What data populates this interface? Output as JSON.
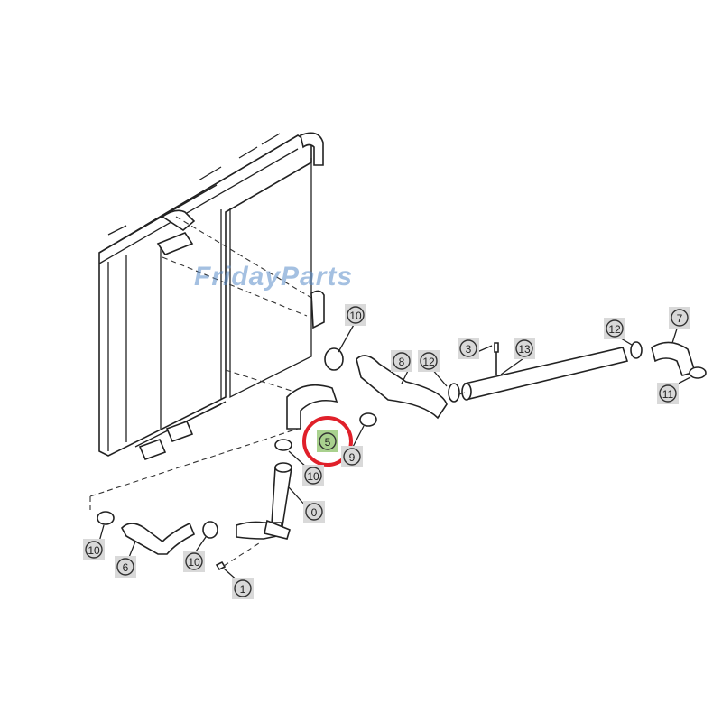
{
  "watermark": {
    "text": "FridayParts",
    "color": "#5a8cc8"
  },
  "highlight": {
    "part": "5",
    "fill": "#a9d18e",
    "ring": "#e0202a"
  },
  "callouts": [
    {
      "label": "10"
    },
    {
      "label": "3"
    },
    {
      "label": "13"
    },
    {
      "label": "12"
    },
    {
      "label": "7"
    },
    {
      "label": "11"
    },
    {
      "label": "8"
    },
    {
      "label": "12"
    },
    {
      "label": "5"
    },
    {
      "label": "9"
    },
    {
      "label": "10"
    },
    {
      "label": "0"
    },
    {
      "label": "10"
    },
    {
      "label": "6"
    },
    {
      "label": "10"
    },
    {
      "label": "1"
    }
  ]
}
